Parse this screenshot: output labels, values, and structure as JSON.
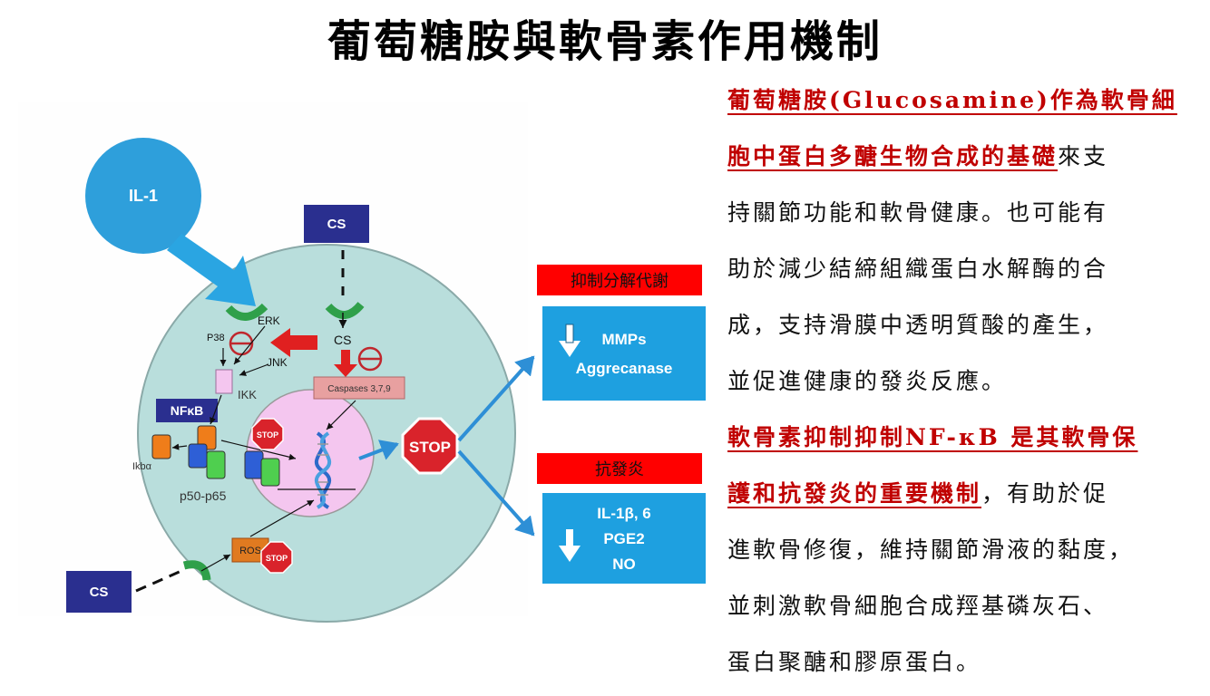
{
  "title": "葡萄糖胺與軟骨素作用機制",
  "diagram": {
    "il1_label": "IL-1",
    "cs_top_label": "CS",
    "cs_bottom_label": "CS",
    "cs_inner_label": "CS",
    "erk_label": "ERK",
    "p38_label": "P38",
    "jnk_label": "JNK",
    "ikk_label": "IKK",
    "nfkb_label": "NFκB",
    "ikba_label": "Ikbα",
    "p50p65_label": "p50-p65",
    "caspases_label": "Caspases 3,7,9",
    "ros_label": "ROS",
    "stop_label": "STOP",
    "catabolism_label": "抑制分解代謝",
    "antiinflam_label": "抗發炎",
    "mmps_label": "MMPs",
    "aggrecanase_label": "Aggrecanase",
    "il1b6_label": "IL-1β, 6",
    "pge2_label": "PGE2",
    "no_label": "NO"
  },
  "text": {
    "p1_red_a": "葡萄糖胺(Glucosamine)作為軟骨細",
    "p1_red_b": "胞中蛋白多醣生物合成的基礎",
    "p1_rest_b": "來支",
    "p1_l3": "持關節功能和軟骨健康。也可能有",
    "p1_l4": "助於減少結締組織蛋白水解酶的合",
    "p1_l5": "成，支持滑膜中透明質酸的產生，",
    "p1_l6": "並促進健康的發炎反應。",
    "p2_red_a": "軟骨素抑制抑制NF-κB 是其軟骨保",
    "p2_red_b": "護和抗發炎的重要機制",
    "p2_rest_b": "，有助於促",
    "p2_l3": "進軟骨修復，維持關節滑液的黏度，",
    "p2_l4": "並刺激軟骨細胞合成羥基磷灰石、",
    "p2_l5": "蛋白聚醣和膠原蛋白。"
  },
  "colors": {
    "cell": "#b9dedc",
    "nucleus": "#f4c6ef",
    "navy": "#2a2f8f",
    "blue_circle": "#2e9fdb",
    "info_box": "#1ea0e0",
    "red_label": "#ff0000",
    "stop": "#d9232b",
    "green_receptor": "#2fa04a",
    "highlight_red": "#c00000"
  }
}
